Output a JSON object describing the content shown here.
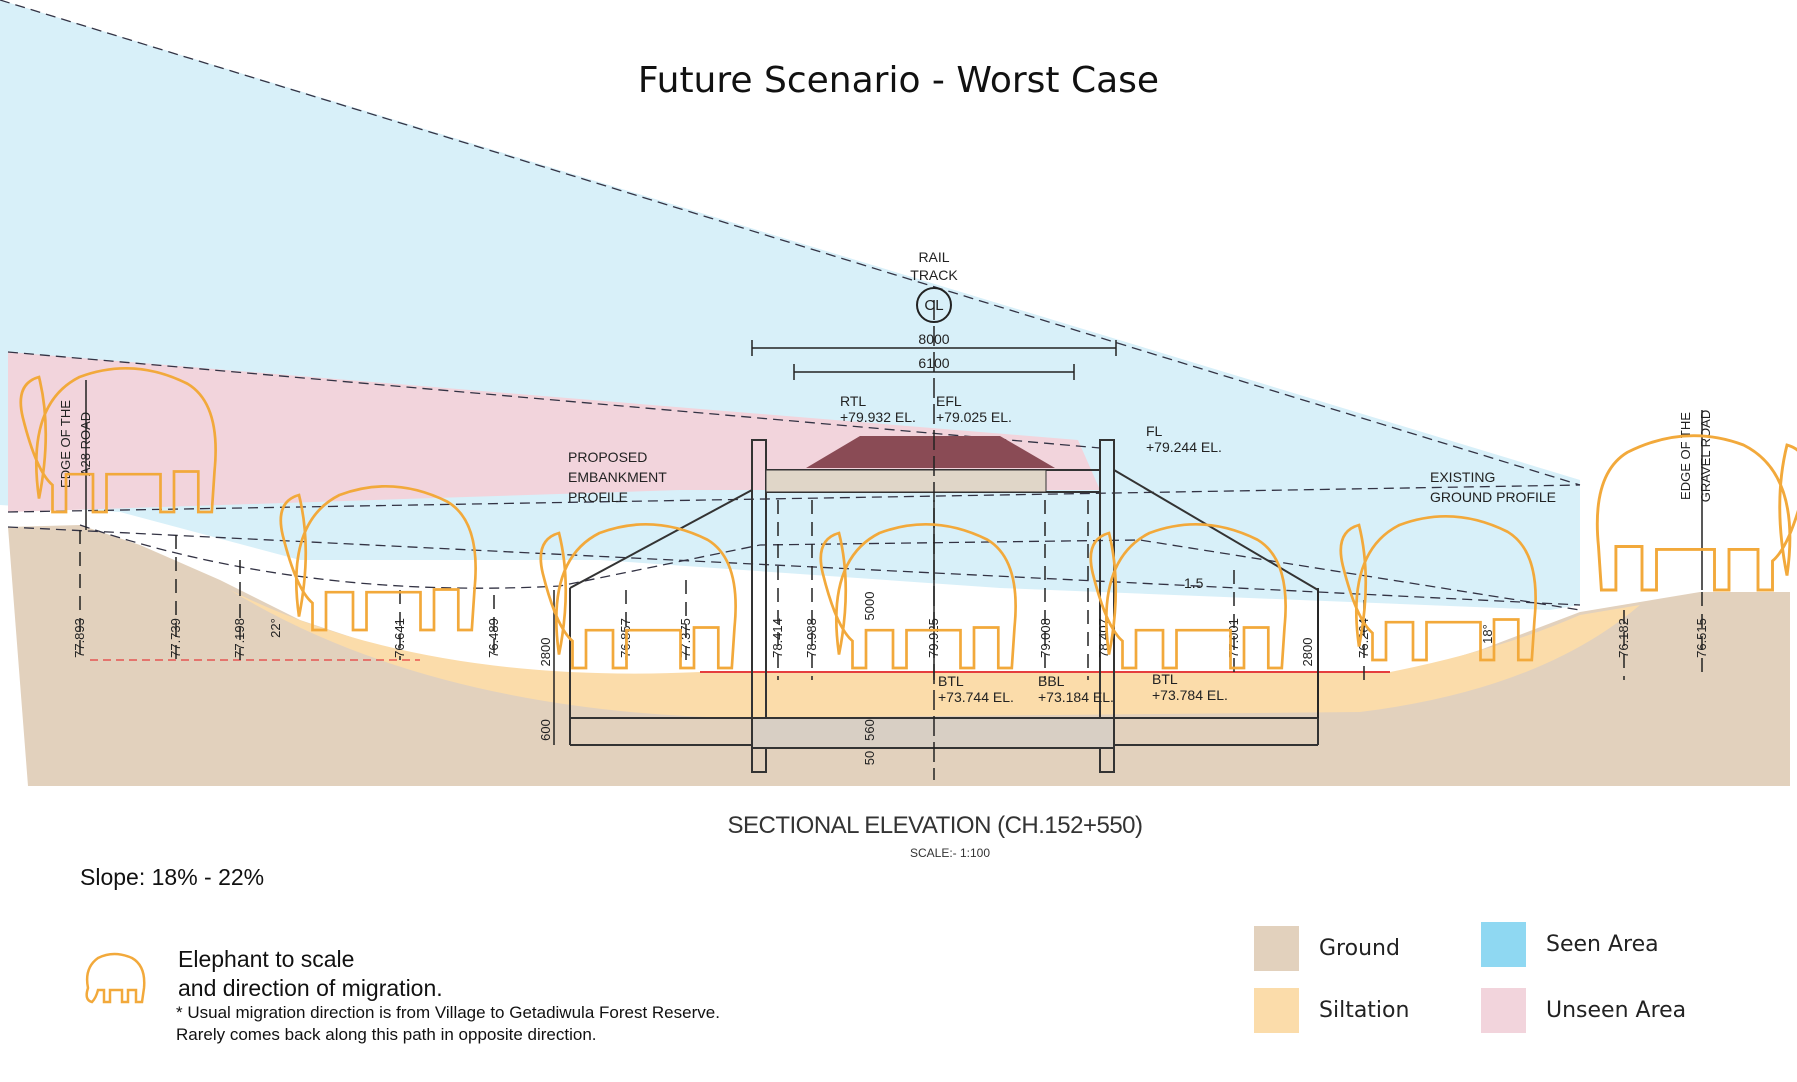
{
  "title": "Future Scenario - Worst Case",
  "section_caption": "SECTIONAL ELEVATION (CH.152+550)",
  "scale_note": "SCALE:- 1:100",
  "slope_text": "Slope: 18% - 22%",
  "elephant_note": {
    "line1": "Elephant to scale",
    "line2": "and direction of migration.",
    "sub1": "*  Usual migration direction is from Village to Getadiwula Forest Reserve.",
    "sub2": "Rarely comes back along this path in opposite direction."
  },
  "legend": [
    {
      "label": "Ground",
      "color": "#e2d1bd"
    },
    {
      "label": "Siltation",
      "color": "#fbdcaa"
    },
    {
      "label": "Seen Area",
      "color": "#8fd8f2"
    },
    {
      "label": "Unseen Area",
      "color": "#f2d4dc"
    }
  ],
  "drawing": {
    "rail_track": "RAIL TRACK",
    "centerline": "CL",
    "dim_8000": "8000",
    "dim_6100": "6100",
    "rtl_label": "RTL",
    "rtl_value": "+79.932 EL.",
    "efl_label": "EFL",
    "efl_value": "+79.025 EL.",
    "fl_label": "FL",
    "fl_value": "+79.244 EL.",
    "embankment": [
      "PROPOSED",
      "EMBANKMENT",
      "PROFILE"
    ],
    "existing_ground": [
      "EXISTING",
      "GROUND PROFILE"
    ],
    "edge_left": [
      "EDGE OF THE",
      "A28 ROAD"
    ],
    "edge_right": [
      "EDGE OF THE",
      "GRAVEL ROAD"
    ],
    "btl_left_label": "BTL",
    "btl_left_value": "+73.744 EL.",
    "bbl_label": "BBL",
    "bbl_value": "+73.184 EL.",
    "btl_right_label": "BTL",
    "btl_right_value": "+73.784 EL.",
    "angle_left": "22°",
    "angle_right": "18°",
    "slope_ratio": "1.5",
    "dim_2800_left": "2800",
    "dim_2800_right": "2800",
    "dim_600": "600",
    "dim_5000": "5000",
    "dim_560": "560",
    "dim_50": "50",
    "levels": [
      "77.893",
      "77.739",
      "77.198",
      "76.641",
      "76.489",
      "76.857",
      "77.375",
      "78.414",
      "78.988",
      "79.925",
      "79.008",
      "78.407",
      "77.001",
      "76.264",
      "76.182",
      "76.515"
    ]
  }
}
